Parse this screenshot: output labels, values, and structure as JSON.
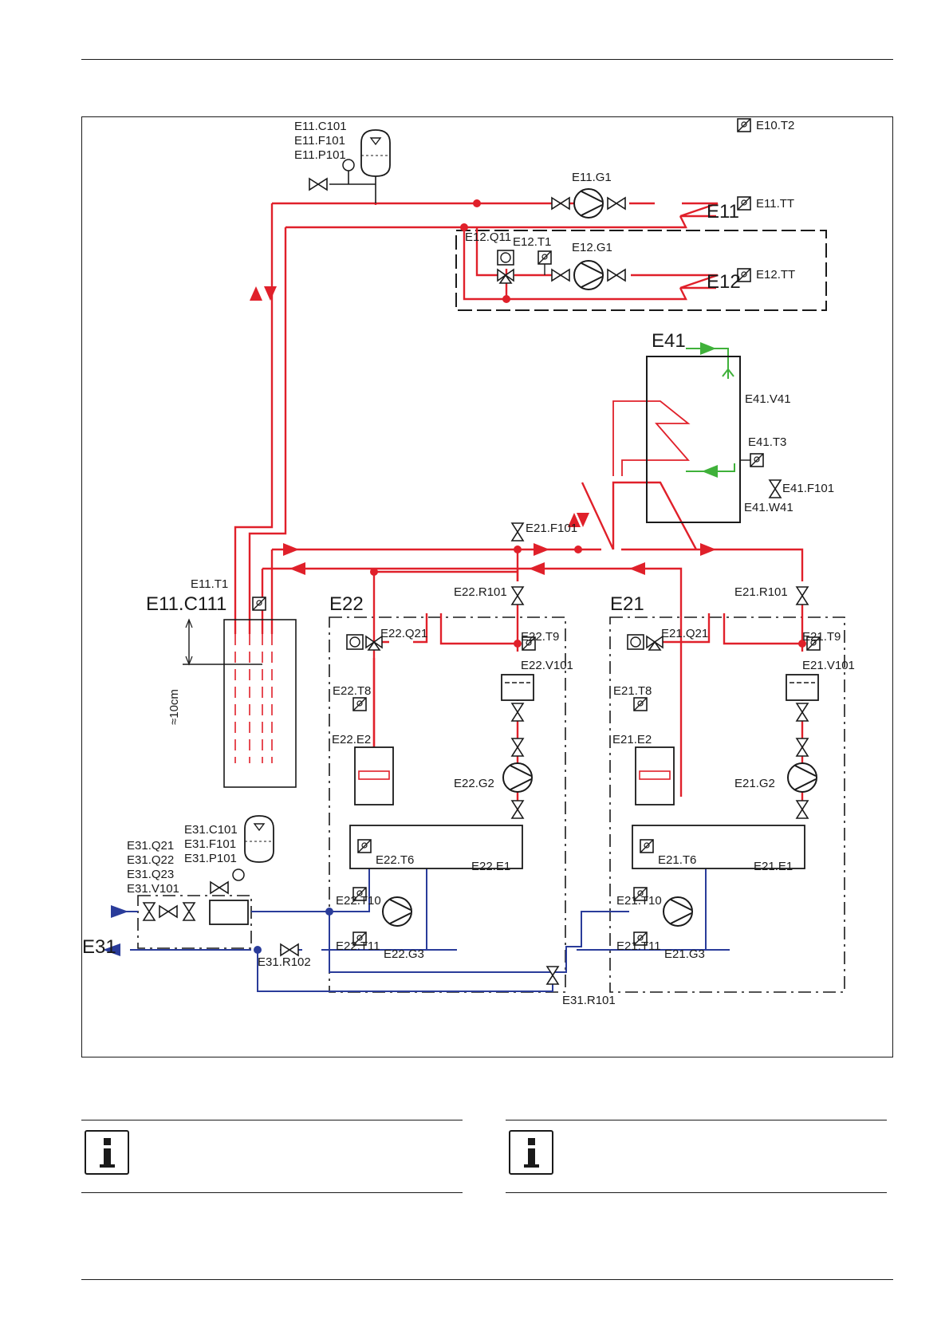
{
  "colors": {
    "heating_flow": "#e0202a",
    "cold_water": "#2a3c9a",
    "domestic_water": "#3fb13a",
    "line": "#1a1a1a"
  },
  "diagram": {
    "labels": {
      "e11_c101": "E11.C101",
      "e11_f101": "E11.F101",
      "e11_p101": "E11.P101",
      "e10_t2": "E10.T2",
      "e11_g1": "E11.G1",
      "e11": "E11",
      "e11_tt": "E11.TT",
      "e12_q11": "E12.Q11",
      "e12_t1": "E12.T1",
      "e12_g1": "E12.G1",
      "e12": "E12",
      "e12_tt": "E12.TT",
      "e41": "E41",
      "e41_v41": "E41.V41",
      "e41_t3": "E41.T3",
      "e41_f101": "E41.F101",
      "e41_w41": "E41.W41",
      "e21_f101": "E21.F101",
      "e11_t1": "E11.T1",
      "e11_c111": "E11.C111",
      "e22": "E22",
      "e22_r101": "E22.R101",
      "e21": "E21",
      "e21_r101": "E21.R101",
      "e22_q21": "E22.Q21",
      "e22_t9": "E22.T9",
      "e22_v101": "E22.V101",
      "e21_q21": "E21.Q21",
      "e21_t9": "E21.T9",
      "e21_v101": "E21.V101",
      "e22_t8": "E22.T8",
      "e21_t8": "E21.T8",
      "distance": "≈10cm",
      "e22_e2": "E22.E2",
      "e21_e2": "E21.E2",
      "e22_g2": "E22.G2",
      "e21_g2": "E21.G2",
      "e31_c101": "E31.C101",
      "e31_f101": "E31.F101",
      "e31_p101": "E31.P101",
      "e31_q21": "E31.Q21",
      "e31_q22": "E31.Q22",
      "e31_q23": "E31.Q23",
      "e31_v101": "E31.V101",
      "e22_t6": "E22.T6",
      "e22_e1": "E22.E1",
      "e21_t6": "E21.T6",
      "e21_e1": "E21.E1",
      "e22_t10": "E22.T10",
      "e21_t10": "E21.T10",
      "e31": "E31",
      "e22_t11": "E22.T11",
      "e22_g3": "E22.G3",
      "e21_t11": "E21.T11",
      "e21_g3": "E21.G3",
      "e31_r102": "E31.R102",
      "e31_r101": "E31.R101"
    }
  },
  "notes": {
    "left": {
      "icon": "info-icon",
      "text": ""
    },
    "right": {
      "icon": "info-icon",
      "text": ""
    }
  }
}
